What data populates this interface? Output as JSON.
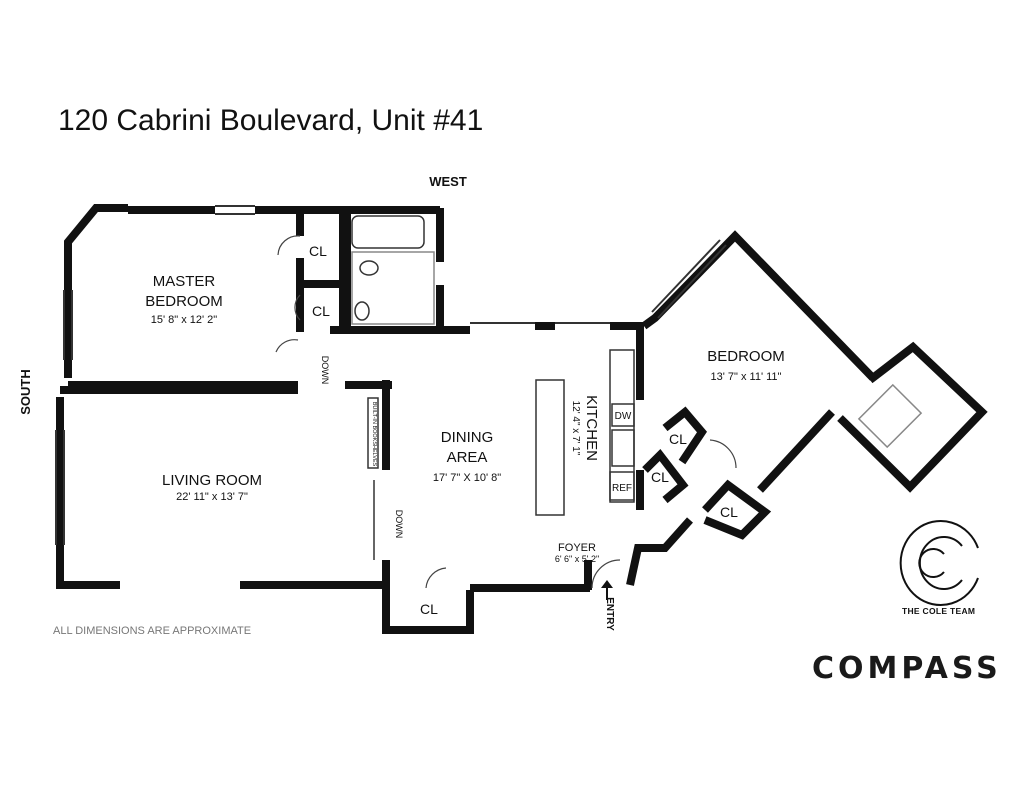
{
  "title": "120 Cabrini Boulevard, Unit #41",
  "compass": {
    "west": "WEST",
    "south": "SOUTH"
  },
  "rooms": {
    "master_bedroom": {
      "name_line1": "MASTER",
      "name_line2": "BEDROOM",
      "dims": "15' 8\" x 12' 2\""
    },
    "living_room": {
      "name": "LIVING ROOM",
      "dims": "22' 11\" x 13' 7\""
    },
    "dining_area": {
      "name_line1": "DINING",
      "name_line2": "AREA",
      "dims": "17' 7\" X 10' 8\""
    },
    "kitchen": {
      "name": "KITCHEN",
      "dims": "12' 4\" x 7' 1\""
    },
    "bedroom": {
      "name": "BEDROOM",
      "dims": "13' 7\" x 11' 11\""
    },
    "foyer": {
      "name": "FOYER",
      "dims": "6' 6\" x 5' 2\""
    }
  },
  "closets": [
    "CL",
    "CL",
    "CL",
    "CL",
    "CL",
    "CL"
  ],
  "labels": {
    "down_hall": "DOWN",
    "down_living": "DOWN",
    "built_in": "BUILT-IN BOOKSHELVES",
    "dw": "DW",
    "ref": "REF",
    "entry": "ENTRY"
  },
  "footer": {
    "note": "ALL DIMENSIONS ARE APPROXIMATE",
    "brand_team": "THE COLE TEAM",
    "brand": "COMPASS"
  }
}
